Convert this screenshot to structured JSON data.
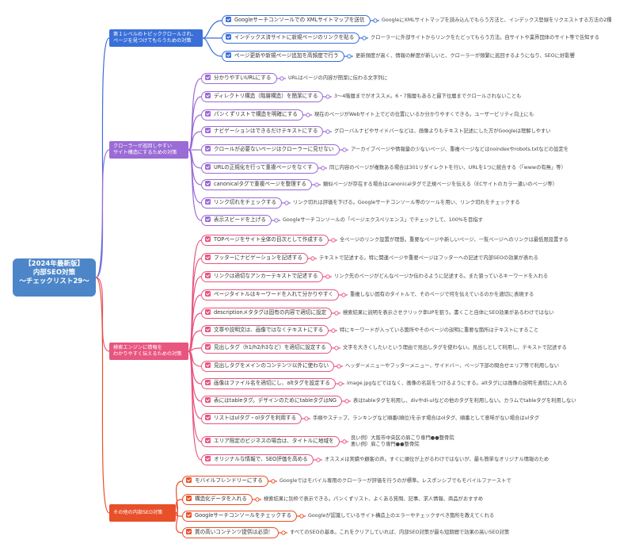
{
  "root": {
    "lines": [
      "【2024年最新版】",
      "内部SEO対策",
      "〜チェックリスト29〜"
    ]
  },
  "branches": [
    {
      "color": "#3a6fd8",
      "title": [
        "第１レベルのトピッククロールされ、",
        "ページを見つけてもらうための対策"
      ],
      "items": [
        {
          "label": "Googleサーチコンソールでの XMLサイトマップを送信",
          "desc": [
            "GoogleにXMLサイトマップを読み込んでもらう方法と、インデックス登録をリクエストする方法の2種"
          ]
        },
        {
          "label": "インデックス済サイトに新規ページのリンクを貼る",
          "desc": [
            "クローラーに外部サイトからリンクをたどってもらう方法。自サイトや業界団体のサイト等で告知する"
          ]
        },
        {
          "label": "ページ更新や新規ページ追加を高頻度で行う",
          "desc": [
            "更新頻度が高く、情報の鮮度が新しいと、クローラーが頻繁に巡回するようになり、SEOに好影響"
          ]
        }
      ]
    },
    {
      "color": "#9b6bd6",
      "title": [
        "クローラーが巡回しやすい",
        "サイト構造にするための対策"
      ],
      "items": [
        {
          "label": "分かりやすいURLにする",
          "desc": [
            "URLはページの内容が簡潔に伝わる文字列に"
          ]
        },
        {
          "label": "ディレクトリ構造（階層構造）を簡潔にする",
          "desc": [
            "3〜4階層までがオススメ。6・7階層もあると最下位層までクロールされないことも"
          ]
        },
        {
          "label": "パンくずリストで構造を明確にする",
          "desc": [
            "現在のページがWebサイト上でどの位置にいるか分かりやすくできる。ユーザービリティ向上にも"
          ]
        },
        {
          "label": "ナビゲーションはできるだけテキストにする",
          "desc": [
            "グローバルナビやサイドバーなどは、画像よりもテキスト記述にした方がGoogleは理解しやすい"
          ]
        },
        {
          "label": "クロールが必要ないページはクローラーに見せない",
          "desc": [
            "アーカイブページや情報量の少ないページ、重複ページなどはnoindexやrobots.txtなどの設定を"
          ]
        },
        {
          "label": "URLの正規化を行って重複ページをなくす",
          "desc": [
            "同じ内容のページが複数ある場合は301リダイレクトを行い、URLを1つに統合する（「wwwの有無」等）"
          ]
        },
        {
          "label": "canonicalタグで重複ページを整理する",
          "desc": [
            "類似ページが存在する場合はcanonicalタグで正規ページを伝える（ECサイトのカラー違いのページ等）"
          ]
        },
        {
          "label": "リンク切れをチェックする",
          "desc": [
            "リンク切れは評価を下げる。Googleサーチコンソール等のツールを用い、リンク切れをチェックする"
          ]
        },
        {
          "label": "表示スピードを上げる",
          "desc": [
            "Googleサーチコンソールの「ページエクスペリエンス」でチェックして、100%を目指す"
          ]
        }
      ]
    },
    {
      "color": "#e8557f",
      "title": [
        "検索エンジンに情報を",
        "わかりやすく伝えるための対策"
      ],
      "items": [
        {
          "label": "TOPページをサイト全体の目次として作成する",
          "desc": [
            "全ページのリンク設置が理想。重要なページや新しいページ、一覧ページへのリンクは最低限設置する"
          ]
        },
        {
          "label": "フッターにナビゲーションを記述する",
          "desc": [
            "テキストで記述する。特に関連ページや重要ページはフッターへの記述で内部SEOの効果が表れる"
          ]
        },
        {
          "label": "リンクは適切なアンカーテキストで記述する",
          "desc": [
            "リンク先のページがどんなページか伝わるように記述する。また狙っているキーワードを入れる"
          ]
        },
        {
          "label": "ページタイトルはキーワードを入れて分かりやすく",
          "desc": [
            "重複しない固有のタイトルで、そのページで何を伝えているのかを適切に表現する"
          ]
        },
        {
          "label": "descriptionメタタグは固有の内容で適切に設定",
          "desc": [
            "検索結果に説明を表示させクリック率UPを狙う。書くこと自体にSEO効果があるわけではない"
          ]
        },
        {
          "label": "文章や説明文は、画像ではなくテキストにする",
          "desc": [
            "特にキーワードが入っている箇所やそのページの説明に重要な箇所はテキストにすること"
          ]
        },
        {
          "label": "見出しタグ（h1/h2/h3など）を適切に設定する",
          "desc": [
            "文字を大きくしたいという理由で見出しタグを使わない。見出しとして利用し、テキストで記述する"
          ]
        },
        {
          "label": "見出しタグをメインのコンテンツ以外に使わない",
          "desc": [
            "ヘッダーメニューやフッターメニュー、サイドバー、ページ下部の問合せエリア等で利用しない"
          ]
        },
        {
          "label": "画像はファイル名を適切にし、altタグを設定する",
          "desc": [
            "image.jpgなどではなく、画像の名前をつけるようにする。altタグには画像の説明を適切に入れる"
          ]
        },
        {
          "label": "表にはtableタグ。デザインのためにtableタグはNG",
          "desc": [
            "表はtableタグを利用し、divやdl-ulなどの他のタグを利用しない。カラムでtableタグを利用しない"
          ]
        },
        {
          "label": "リストはulタグ・olタグを利用する",
          "desc": [
            "手順やステップ、ランキングなど順番(順位)を示す場合はolタグ、順番として意味がない場合はulタグ"
          ]
        },
        {
          "label": "エリア限定のビジネスの場合は、タイトルに地域を",
          "desc": [
            "良い例）大阪市中央区の肩こり専門●●整骨院",
            "悪い例）肩こり専門●●整骨院"
          ]
        },
        {
          "label": "オリジナルな情報で、SEO評価を高める",
          "desc": [
            "オススメは実績や顧客の声。すぐに順位が上がるわけではないが、最も簡単なオリジナル情報のため"
          ]
        }
      ]
    },
    {
      "color": "#e8502a",
      "title": [
        "その他の内部SEO対策"
      ],
      "items": [
        {
          "label": "モバイルフレンドリーにする",
          "desc": [
            "Googleではモバイル専用のクローラーが評価を行うのが標準。レスポンシブでもモバイルファーストで"
          ]
        },
        {
          "label": "構造化データを入れる",
          "desc": [
            "検索結果に別枠で表示できる。パンくずリスト、よくある質問、記事、求人情報、商品がおすすめ"
          ]
        },
        {
          "label": "Googleサーチコンソールをチェックする",
          "desc": [
            "Googleが認識しているサイト構造上のエラーやチェックすべき箇所を教えてくれる"
          ]
        },
        {
          "label": "質の高いコンテンツ提供は必須！",
          "desc": [
            "すべてのSEOの基本。これをクリアしていれば、内部SEO対策が最も短期間で効果の高いSEO対策"
          ]
        }
      ]
    }
  ]
}
